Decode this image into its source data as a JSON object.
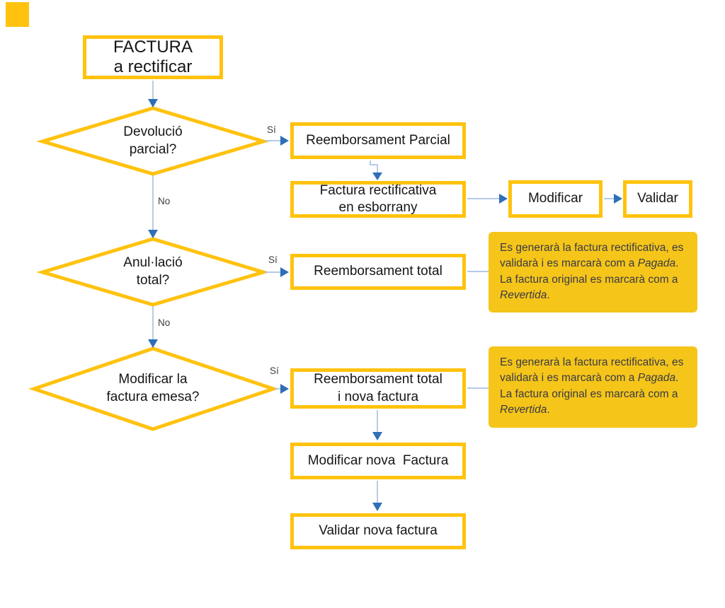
{
  "colors": {
    "accent_yellow": "#FFC20E",
    "note_fill": "#F5C51A",
    "connector_line": "#A9C3E5",
    "arrowhead_blue": "#2E6FB7",
    "node_text": "#161616",
    "note_text": "#3A3A44"
  },
  "nodes": {
    "start": {
      "line1": "FACTURA",
      "line2": "a rectificar"
    },
    "decision_devolucio": {
      "line1": "Devolució",
      "line2": "parcial?"
    },
    "decision_anullacio": {
      "line1": "Anul·lació",
      "line2": "total?"
    },
    "decision_modificar": {
      "line1": "Modificar la",
      "line2": "factura emesa?"
    },
    "reemborsament_parcial": {
      "label": "Reemborsament Parcial"
    },
    "factura_rectificativa": {
      "line1": "Factura rectificativa",
      "line2": "en esborrany"
    },
    "modificar": {
      "label": "Modificar"
    },
    "validar": {
      "label": "Validar"
    },
    "reemborsament_total": {
      "label": "Reemborsament total"
    },
    "reemborsament_total_nova": {
      "line1": "Reemborsament total",
      "line2": "i nova factura"
    },
    "modificar_nova_factura": {
      "label": "Modificar nova  Factura"
    },
    "validar_nova_factura": {
      "label": "Validar nova factura"
    }
  },
  "edge_labels": {
    "si_1": "Sí",
    "no_1": "No",
    "si_2": "Sí",
    "no_2": "No",
    "si_3": "Sí"
  },
  "notes": [
    {
      "part1": "Es generarà la factura rectificativa, es validarà i es marcarà com a ",
      "italic1": "Pagada",
      "part2": ". La factura original es marcarà com a ",
      "italic2": "Revertida",
      "part3": "."
    },
    {
      "part1": "Es generarà la factura rectificativa, es validarà i es marcarà com a ",
      "italic1": "Pagada",
      "part2": ". La factura original es marcarà com a ",
      "italic2": "Revertida",
      "part3": "."
    }
  ]
}
